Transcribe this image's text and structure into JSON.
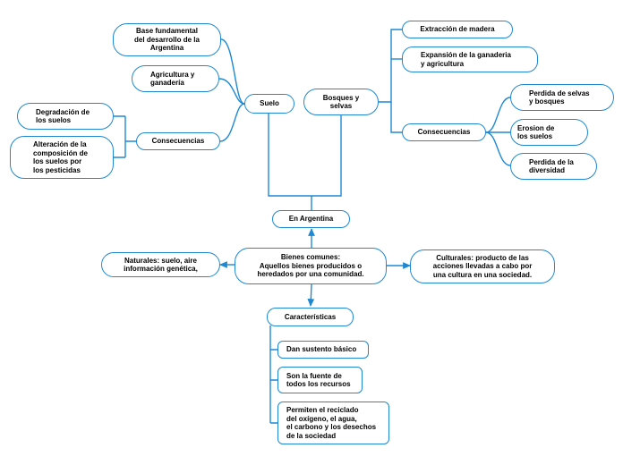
{
  "colors": {
    "connector": "#1e88d2",
    "border": "#1e88d2",
    "text": "#000000",
    "background": "#ffffff"
  },
  "nodes": {
    "bienes_comunes": "Bienes comunes:\nAquellos bienes producidos o\nheredados por una comunidad.",
    "en_argentina": "En Argentina",
    "suelo": "Suelo",
    "bosques_selvas": "Bosques y\nselvas",
    "base_fundamental": "Base fundamental\ndel desarrollo de la\nArgentina",
    "agricultura_ganaderia": "Agricultura y\nganadería",
    "consecuencias_suelo": "Consecuencias",
    "degradacion_suelos": "Degradación de\nlos suelos",
    "alteracion_composicion": "Alteración de la\ncomposición de\nlos suelos por\nlos pesticidas",
    "extraccion_madera": "Extracción de madera",
    "expansion_ganaderia": "Expansión de la ganaderia\ny agricultura",
    "consecuencias_bosques": "Consecuencias",
    "perdida_selvas": "Perdida de selvas\ny bosques",
    "erosion_suelos": "Erosion de\nlos suelos",
    "perdida_diversidad": "Perdida de la\ndiversidad",
    "naturales": "Naturales: suelo, aire\ninformación genética,",
    "culturales": "Culturales: producto de las\nacciones llevadas a cabo por\nuna cultura en una sociedad.",
    "caracteristicas": "Características",
    "dan_sustento": "Dan sustento básico",
    "fuente_recursos": "Son la fuente de\ntodos los recursos",
    "reciclado": "Permiten el reciclado\ndel oxígeno, el agua,\nel carbono y los desechos\nde la sociedad"
  }
}
